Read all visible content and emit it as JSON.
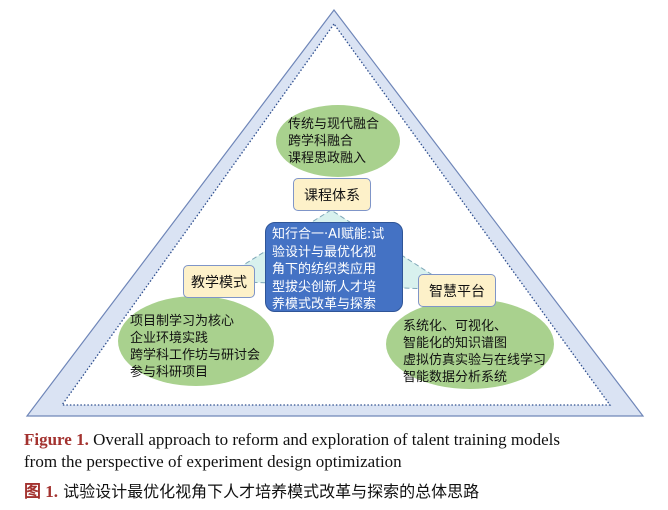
{
  "diagram": {
    "center": [
      "知行合一·AI赋能:试",
      "验设计与最优化视",
      "角下的纺织类应用",
      "型拔尖创新人才培",
      "养模式改革与探索"
    ],
    "boxes": {
      "curriculum": "课程体系",
      "teaching": "教学模式",
      "platform": "智慧平台"
    },
    "top_ellipse": [
      "传统与现代融合",
      "跨学科融合",
      "课程思政融入"
    ],
    "left_ellipse": [
      "项目制学习为核心",
      "企业环境实践",
      "跨学科工作坊与研讨会",
      "参与科研项目"
    ],
    "right_ellipse": [
      "系统化、可视化、",
      "智能化的知识谱图",
      "虚拟仿真实验与在线学习",
      "智能数据分析系统"
    ]
  },
  "caption": {
    "en_label": "Figure 1.",
    "en_text": "Overall approach to reform and exploration of talent training models",
    "en_text2": "from the perspective of experiment design optimization",
    "zh_label": "图 1.",
    "zh_text": "试验设计最优化视角下人才培养模式改革与探索的总体思路"
  },
  "colors": {
    "outer": "#dae3f3",
    "ellipse": "#a9d18e",
    "center": "#4472c4",
    "box": "#fdf1c9",
    "caption_label": "#a3322f"
  }
}
